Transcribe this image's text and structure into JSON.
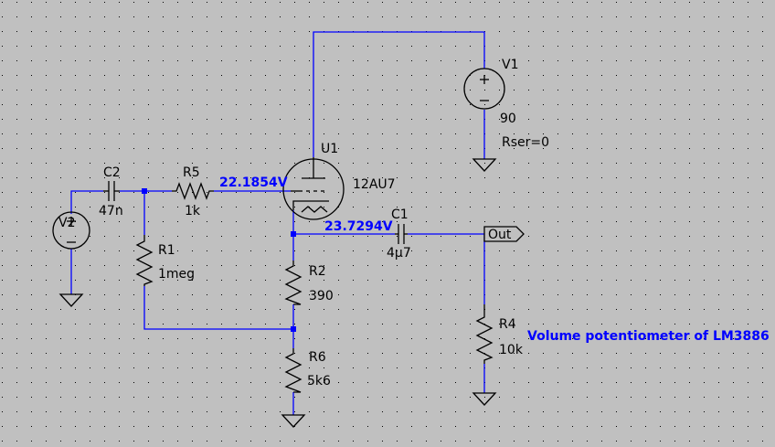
{
  "components": {
    "V1": {
      "name": "V1",
      "value": "90",
      "param": "Rser=0"
    },
    "V2": {
      "name": "V2"
    },
    "U1": {
      "name": "U1",
      "model": "12AU7"
    },
    "C1": {
      "name": "C1",
      "value": "4µ7"
    },
    "C2": {
      "name": "C2",
      "value": "47n"
    },
    "R1": {
      "name": "R1",
      "value": "1meg"
    },
    "R2": {
      "name": "R2",
      "value": "390"
    },
    "R4": {
      "name": "R4",
      "value": "10k"
    },
    "R5": {
      "name": "R5",
      "value": "1k"
    },
    "R6": {
      "name": "R6",
      "value": "5k6"
    }
  },
  "net_labels": {
    "grid_voltage": "22.1854V",
    "cathode_voltage": "23.7294V"
  },
  "port": {
    "label": "Out"
  },
  "annotation": "Volume potentiometer of LM3886",
  "colors": {
    "background": "#c0c0c0",
    "wire": "#0000ff",
    "component": "#000000",
    "grid_dot": "#000000"
  }
}
